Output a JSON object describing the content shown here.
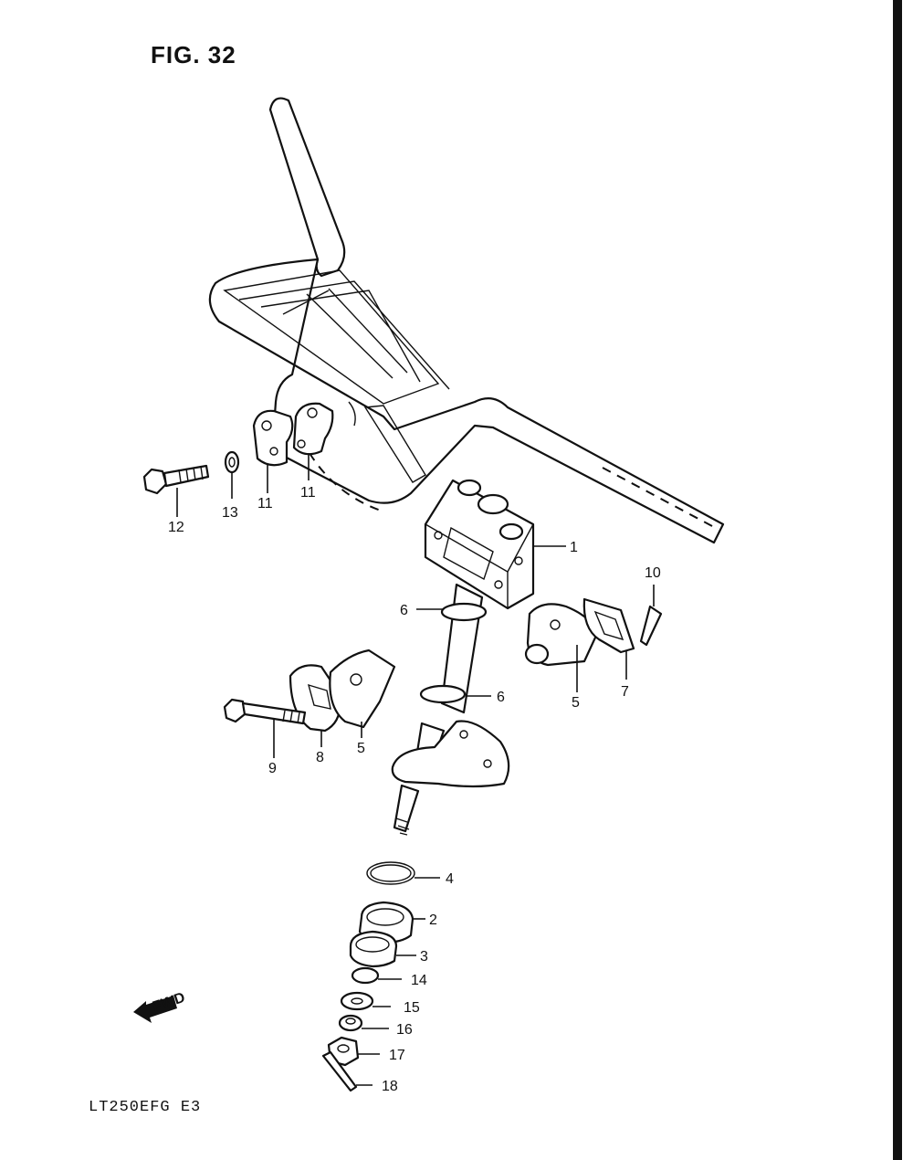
{
  "figure": {
    "title": "FIG. 32",
    "model_code": "LT250EFG  E3",
    "fwd_label": "FWD"
  },
  "callouts": [
    {
      "id": "c1",
      "label": "1"
    },
    {
      "id": "c2",
      "label": "2"
    },
    {
      "id": "c3",
      "label": "3"
    },
    {
      "id": "c4",
      "label": "4"
    },
    {
      "id": "c5a",
      "label": "5"
    },
    {
      "id": "c5b",
      "label": "5"
    },
    {
      "id": "c6a",
      "label": "6"
    },
    {
      "id": "c6b",
      "label": "6"
    },
    {
      "id": "c7",
      "label": "7"
    },
    {
      "id": "c8",
      "label": "8"
    },
    {
      "id": "c9",
      "label": "9"
    },
    {
      "id": "c10",
      "label": "10"
    },
    {
      "id": "c11a",
      "label": "11"
    },
    {
      "id": "c11b",
      "label": "11"
    },
    {
      "id": "c12",
      "label": "12"
    },
    {
      "id": "c13",
      "label": "13"
    },
    {
      "id": "c14",
      "label": "14"
    },
    {
      "id": "c15",
      "label": "15"
    },
    {
      "id": "c16",
      "label": "16"
    },
    {
      "id": "c17",
      "label": "17"
    },
    {
      "id": "c18",
      "label": "18"
    }
  ]
}
